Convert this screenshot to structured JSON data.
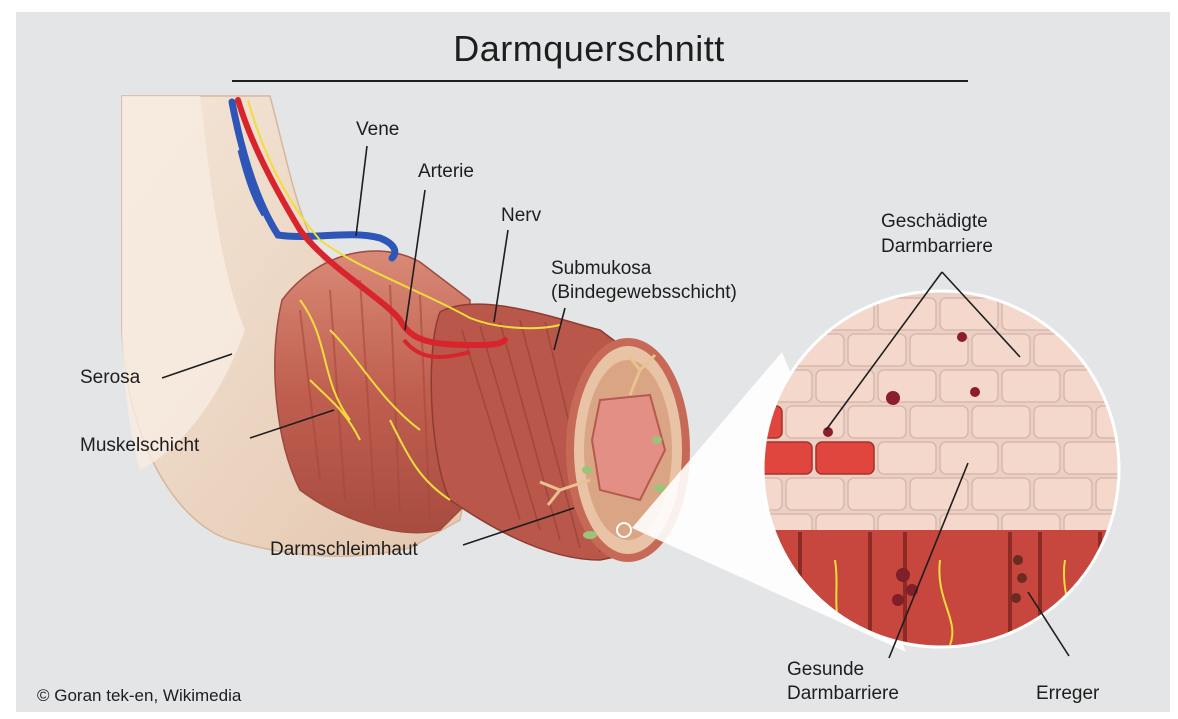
{
  "title": "Darmquerschnitt",
  "labels": {
    "vene": "Vene",
    "arterie": "Arterie",
    "nerv": "Nerv",
    "submukosa_1": "Submukosa",
    "submukosa_2": "(Bindegewebsschicht)",
    "serosa": "Serosa",
    "muskelschicht": "Muskelschicht",
    "darmschleimhaut": "Darmschleimhaut",
    "geschaedigt_1": "Geschädigte",
    "geschaedigt_2": "Darmbarriere",
    "gesund_1": "Gesunde",
    "gesund_2": "Darmbarriere",
    "erreger": "Erreger"
  },
  "credit": "© Goran tek-en, Wikimedia",
  "colors": {
    "background": "#e4e5e6",
    "serosa": "#efd9c6",
    "muscle": "#c9695a",
    "vein": "#2e56b8",
    "artery": "#d8242c",
    "nerve": "#f0dd3c",
    "healthy_cell": "#f5d8cc",
    "damaged_cell": "#e0463e"
  },
  "icons": [
    "intestine-illustration",
    "magnified-barrier-illustration"
  ]
}
